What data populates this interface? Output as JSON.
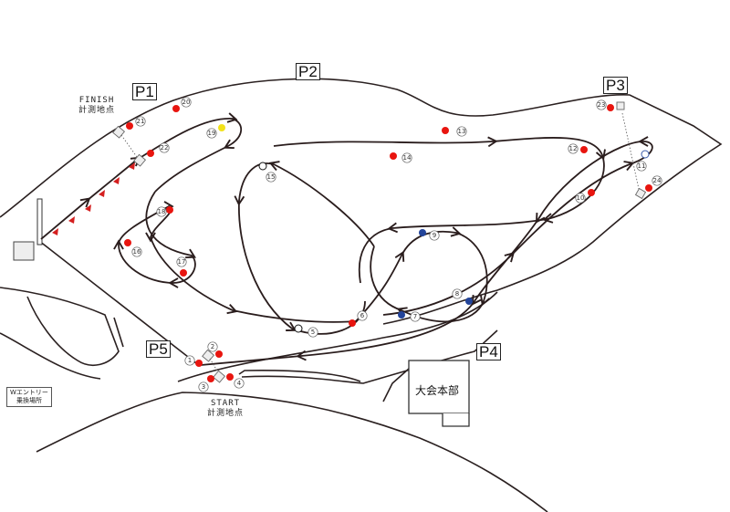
{
  "title": "Course map",
  "posts": [
    "P1",
    "P2",
    "P3",
    "P4",
    "P5"
  ],
  "finish": {
    "label": "FINISH",
    "sub": "計測地点"
  },
  "start": {
    "label": "START",
    "sub": "計測地点"
  },
  "headquarters": "大会本部",
  "w_entry": {
    "line1": "Wエントリー",
    "line2": "乗換場所"
  },
  "markers": [
    {
      "n": "1",
      "color": "#e8150f"
    },
    {
      "n": "2",
      "color": "#e8150f"
    },
    {
      "n": "3",
      "color": "#e8150f"
    },
    {
      "n": "4",
      "color": "#e8150f"
    },
    {
      "n": "5",
      "color": "open-black"
    },
    {
      "n": "6",
      "color": "#e8150f"
    },
    {
      "n": "7",
      "color": "#23449a"
    },
    {
      "n": "8",
      "color": "#23449a"
    },
    {
      "n": "9",
      "color": "#23449a"
    },
    {
      "n": "10",
      "color": "#e8150f"
    },
    {
      "n": "11",
      "color": "open-blue"
    },
    {
      "n": "12",
      "color": "#e8150f"
    },
    {
      "n": "13",
      "color": "#e8150f"
    },
    {
      "n": "14",
      "color": "#e8150f"
    },
    {
      "n": "15",
      "color": "open-black"
    },
    {
      "n": "16",
      "color": "#e8150f"
    },
    {
      "n": "17",
      "color": "#e8150f"
    },
    {
      "n": "18",
      "color": "#e8150f"
    },
    {
      "n": "19",
      "color": "#f2e21a"
    },
    {
      "n": "20",
      "color": "#e8150f"
    },
    {
      "n": "21",
      "color": "#e8150f"
    },
    {
      "n": "22",
      "color": "#e8150f"
    },
    {
      "n": "23",
      "color": "#e8150f"
    },
    {
      "n": "24",
      "color": "#e8150f"
    }
  ]
}
